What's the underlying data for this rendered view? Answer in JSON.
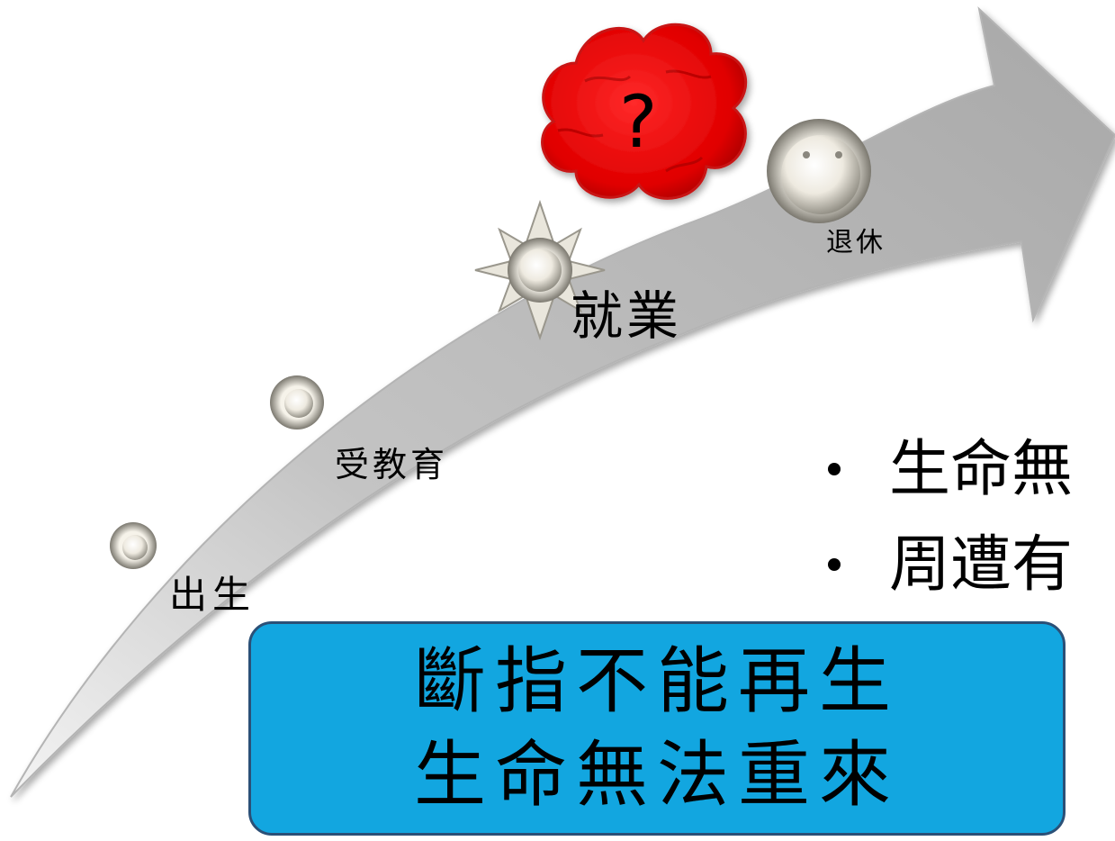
{
  "diagram": {
    "milestones": {
      "birth": "出生",
      "education": "受教育",
      "employment": "就業",
      "retirement": "退休"
    },
    "unknown_event_symbol": "?",
    "unknown_event_color": "#ff0000",
    "bullets": [
      "生命無",
      "周遭有"
    ],
    "callout": {
      "line1": "斷指不能再生",
      "line2": "生命無法重來",
      "background_color": "#12a6e0",
      "border_color": "#2b5077"
    },
    "arrow_color": "#a9a9a9",
    "icons": {
      "birth": "small-bead-icon",
      "education": "small-bead-icon",
      "employment": "sunburst-bead-icon",
      "retirement": "smiling-face-icon",
      "unknown": "red-cloud-burst-icon"
    }
  }
}
